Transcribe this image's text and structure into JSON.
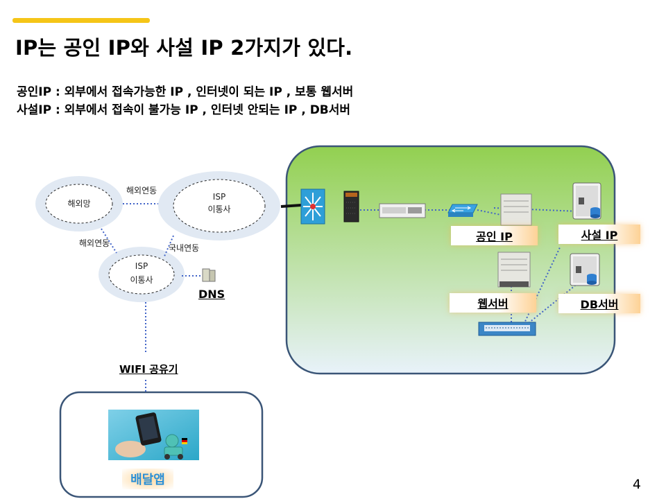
{
  "slide": {
    "title": "IP는 공인 IP와 사설 IP 2가지가 있다.",
    "desc_public": "공인IP :  외부에서 접속가능한 IP , 인터넷이 되는 IP , 보통 웹서버",
    "desc_private": "사설IP :  외부에서 접속이 불가능 IP , 인터넷 안되는 IP , DB서버",
    "page_number": "4",
    "accent_color": "#f5c518"
  },
  "diagram": {
    "overseas_network": "해외망",
    "isp_top": {
      "line1": "ISP",
      "line2": "이통사"
    },
    "isp_bottom": {
      "line1": "ISP",
      "line2": "이통사"
    },
    "link_overseas_top": "해외연동",
    "link_overseas_left": "해외연동",
    "link_domestic": "국내연동",
    "dns_label": "DNS",
    "wifi_label": "WIFI 공유기",
    "app_label": "배달앱",
    "public_ip_tag": "공인 IP",
    "private_ip_tag": "사설 IP",
    "web_server_tag": "웹서버",
    "db_server_tag": "DB서버",
    "icons": [
      "core-switch-icon",
      "firewall-icon",
      "router-icon",
      "network-switch-icon",
      "web-server-icon",
      "db-server-icon",
      "rack-switch-icon",
      "dns-server-icon",
      "delivery-app-illustration"
    ]
  }
}
